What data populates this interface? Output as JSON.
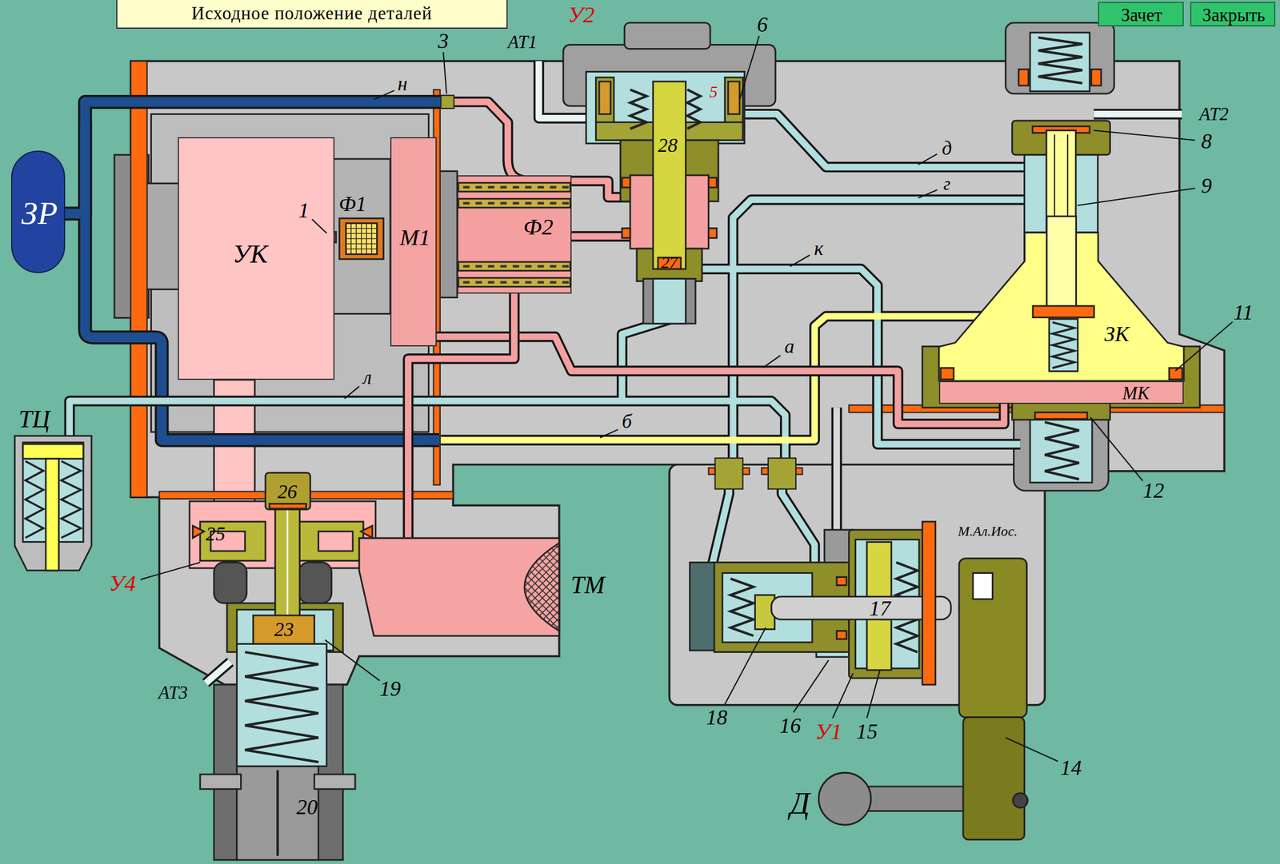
{
  "diagram": {
    "title": "Исходное положение деталей",
    "nodes": [
      {
        "text": [
          "Зачет"
        ]
      },
      {
        "text": [
          "Закрыть"
        ]
      },
      {
        "text": [
          "ЗР"
        ]
      },
      {
        "text": [
          "УК"
        ]
      },
      {
        "text": [
          "Ф1"
        ]
      },
      {
        "text": [
          "М1"
        ]
      },
      {
        "text": [
          "Ф2"
        ]
      },
      {
        "text": [
          "ЗК"
        ]
      },
      {
        "text": [
          "МК"
        ]
      },
      {
        "text": [
          "ТЦ"
        ]
      },
      {
        "text": [
          "ТМ"
        ]
      }
    ],
    "edges": [
      {
        "from": 5,
        "to": 8,
        "label": "а",
        "arrow": "none"
      },
      {
        "from": 6,
        "to": 10,
        "arrow": "none"
      }
    ],
    "labels": [
      "н",
      "3",
      "АТ1",
      "У2",
      "6",
      "5",
      "28",
      "1",
      "27",
      "д",
      "г",
      "к",
      "л",
      "б",
      "АТ2",
      "8",
      "9",
      "11",
      "12",
      "26",
      "25",
      "У4",
      "23",
      "19",
      "АТ3",
      "20",
      "М.Ал.Иос.",
      "17",
      "18",
      "16",
      "У1",
      "15",
      "14",
      "Д"
    ]
  }
}
